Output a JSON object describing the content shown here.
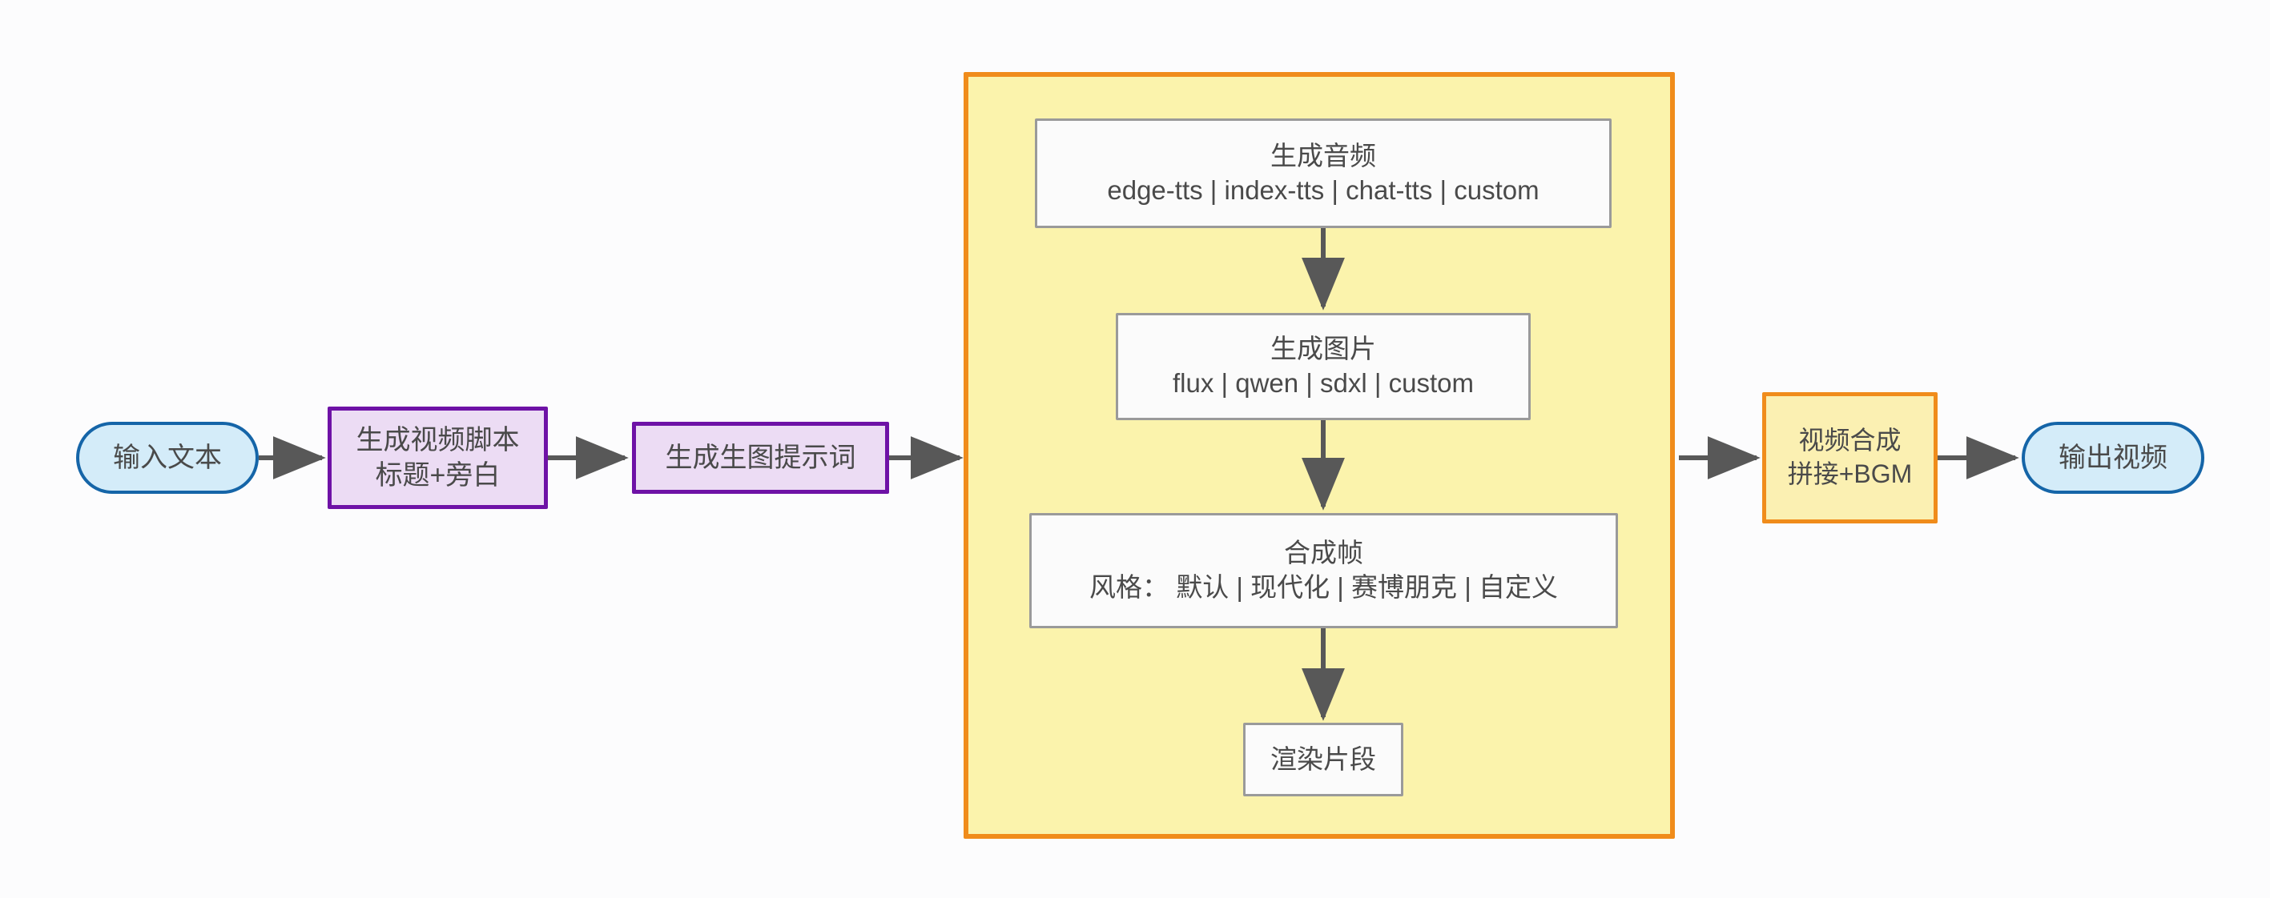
{
  "diagram": {
    "title": "",
    "direction": "left-to-right",
    "background": "#fcfcfd",
    "colors": {
      "terminal_fill": "#d4ecf9",
      "terminal_stroke": "#1565a8",
      "process_fill": "#ecdcf4",
      "process_stroke": "#6e12a6",
      "accent_fill": "#fbf0b2",
      "accent_stroke": "#f08c1b",
      "plain_fill": "#fbfbfb",
      "plain_stroke": "#9a9a9a",
      "edge": "#585858",
      "text": "#4a4a4a"
    }
  },
  "nodes": {
    "input_text": {
      "label": "输入文本",
      "shape": "stadium"
    },
    "gen_script": {
      "line1": "生成视频脚本",
      "line2": "标题+旁白",
      "shape": "rect"
    },
    "gen_prompt": {
      "label": "生成生图提示词",
      "shape": "rect"
    },
    "gen_audio": {
      "line1": "生成音频",
      "line2": "edge-tts | index-tts | chat-tts | custom",
      "shape": "rect"
    },
    "gen_image": {
      "line1": "生成图片",
      "line2": "flux | qwen | sdxl | custom",
      "shape": "rect"
    },
    "compose_frame": {
      "line1": "合成帧",
      "line2": "风格： 默认 | 现代化 | 赛博朋克 | 自定义",
      "shape": "rect"
    },
    "render_clip": {
      "label": "渲染片段",
      "shape": "rect"
    },
    "video_merge": {
      "line1": "视频合成",
      "line2": "拼接+BGM",
      "shape": "rect"
    },
    "output_video": {
      "label": "输出视频",
      "shape": "stadium"
    }
  },
  "subgraph": {
    "label": ""
  },
  "edges": [
    {
      "from": "input_text",
      "to": "gen_script",
      "label": ""
    },
    {
      "from": "gen_script",
      "to": "gen_prompt",
      "label": ""
    },
    {
      "from": "gen_prompt",
      "to": "subgraph",
      "label": ""
    },
    {
      "from": "gen_audio",
      "to": "gen_image",
      "label": ""
    },
    {
      "from": "gen_image",
      "to": "compose_frame",
      "label": ""
    },
    {
      "from": "compose_frame",
      "to": "render_clip",
      "label": ""
    },
    {
      "from": "subgraph",
      "to": "video_merge",
      "label": ""
    },
    {
      "from": "video_merge",
      "to": "output_video",
      "label": ""
    }
  ]
}
